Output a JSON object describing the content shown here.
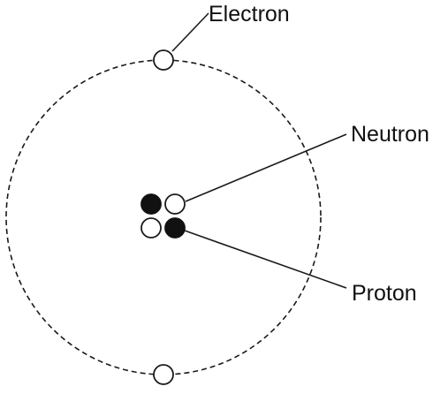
{
  "labels": {
    "electron": "Electron",
    "neutron": "Neutron",
    "proton": "Proton"
  },
  "colors": {
    "line": "#1a1a1a",
    "particle_filled": "#111111",
    "particle_empty": "#ffffff"
  }
}
